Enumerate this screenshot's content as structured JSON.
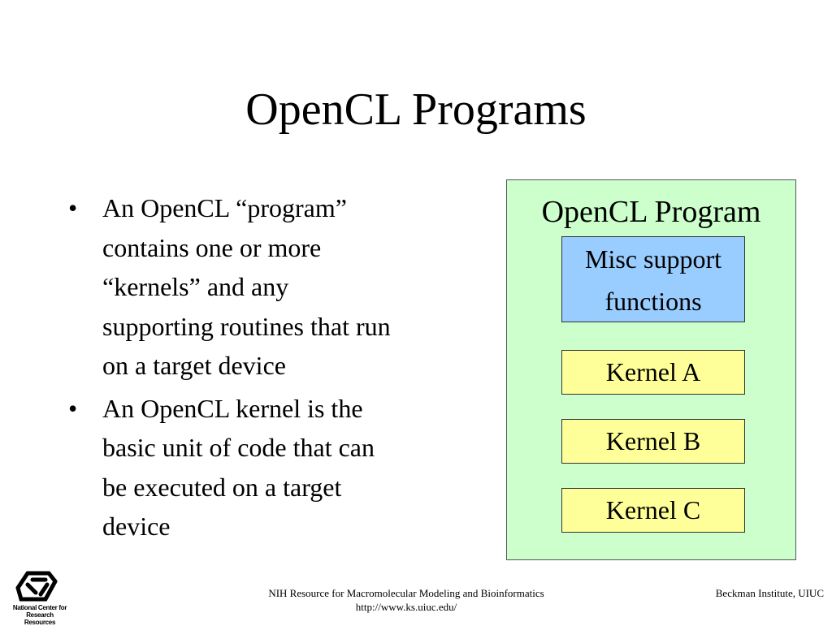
{
  "slide": {
    "title": "OpenCL Programs",
    "bullets": [
      {
        "marker": "•",
        "lines": [
          "An OpenCL “program”",
          "contains one or more",
          "“kernels” and any",
          "supporting routines that run",
          "on a target device"
        ]
      },
      {
        "marker": "•",
        "lines": [
          "An OpenCL kernel is the",
          "basic unit of code that can",
          "be executed on a target",
          "device"
        ]
      }
    ]
  },
  "diagram": {
    "container_label": "OpenCL Program",
    "container_color": "#ccffcc",
    "misc_lines": [
      "Misc support",
      "functions"
    ],
    "misc_color": "#99ccff",
    "kernels": [
      "Kernel A",
      "Kernel B",
      "Kernel C"
    ],
    "kernel_color": "#ffff99"
  },
  "footer": {
    "logo_text": [
      "National Center for",
      "Research Resources"
    ],
    "center_lines": [
      "NIH Resource for Macromolecular Modeling and Bioinformatics",
      "http://www.ks.uiuc.edu/"
    ],
    "right_text": "Beckman Institute, UIUC"
  }
}
